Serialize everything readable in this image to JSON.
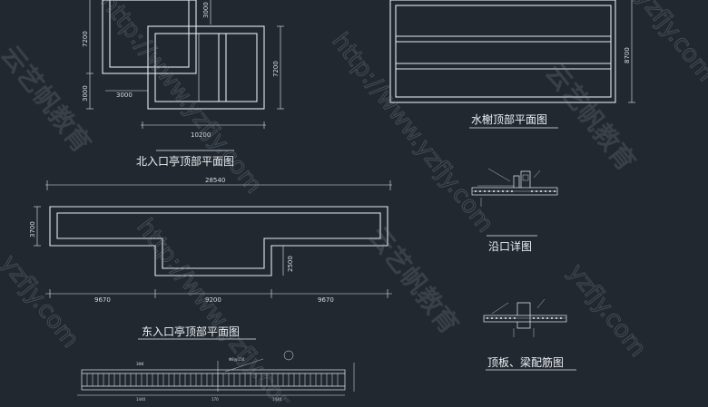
{
  "drawing": {
    "north_pavilion": {
      "title": "北入口亭顶部平面图",
      "dims": {
        "top_right": "3000",
        "left_upper": "7200",
        "left_lower": "3000",
        "inner": "3000",
        "right": "7200",
        "bottom": "10200"
      }
    },
    "waterside": {
      "title": "水榭顶部平面图",
      "dims": {
        "right": "8700"
      }
    },
    "east_pavilion": {
      "title": "东入口亭顶部平面图",
      "dims": {
        "total": "28540",
        "height": "3700",
        "step": "2500",
        "left": "9670",
        "mid": "9200",
        "right": "9670"
      }
    },
    "eave_detail": {
      "title": "沿口详图"
    },
    "slab_beam": {
      "title": "顶板、梁配筋图"
    },
    "rebar": {
      "left": "3Φ8",
      "mid": "Φ8@150",
      "bottom_left": "1440",
      "bottom_mid": "170",
      "bottom_right": "1440"
    },
    "watermarks": {
      "site": "http://www.yzfjy.com",
      "brand": "云艺帆教育",
      "corner_site": "yzfjy.com"
    }
  },
  "colors": {
    "background": "#212830",
    "line": "#e6eaee",
    "watermark": "#8a96a2"
  }
}
